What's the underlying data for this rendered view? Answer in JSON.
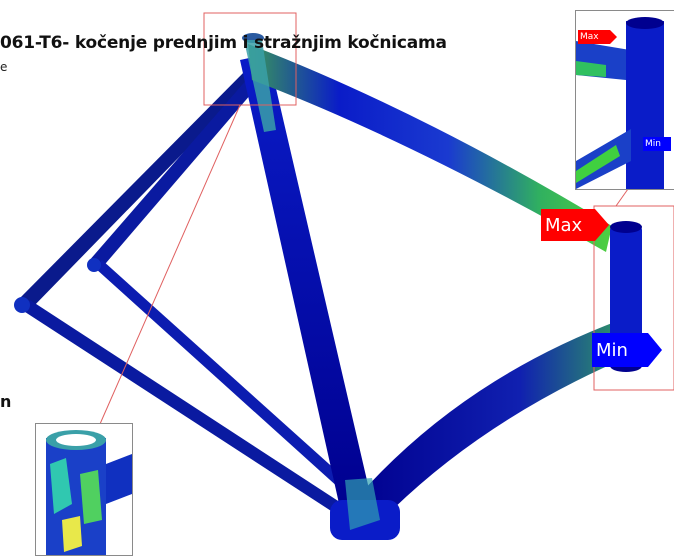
{
  "title": "061-T6- kočenje prednjim i stražnjim kočnicama",
  "subtitle": "e",
  "side_letter": "n",
  "legend": {
    "max_label": "Max",
    "min_label": "Min",
    "max_color": "#ff0000",
    "min_color": "#0000ff"
  },
  "detail_top": {
    "max_label": "Max",
    "min_label": "Min"
  },
  "colors": {
    "tube_dark": "#00008f",
    "tube_mid": "#0a1cc8",
    "stress_green": "#4cd14c",
    "stress_cyan": "#28c8c8",
    "stress_yellow": "#e8e84a",
    "callout_line": "#e06060"
  }
}
